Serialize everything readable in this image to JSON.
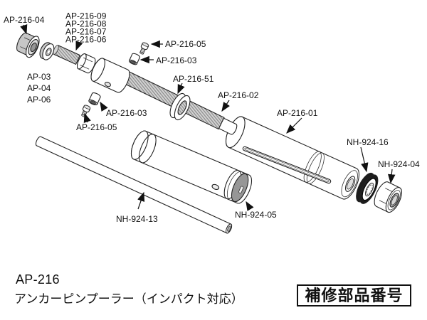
{
  "diagram": {
    "labels": [
      {
        "id": "ap-216-04",
        "text": "AP-216-04"
      },
      {
        "id": "ap-216-09",
        "text": "AP-216-09"
      },
      {
        "id": "ap-216-08",
        "text": "AP-216-08"
      },
      {
        "id": "ap-216-07",
        "text": "AP-216-07"
      },
      {
        "id": "ap-216-06",
        "text": "AP-216-06"
      },
      {
        "id": "ap-216-05-top",
        "text": "AP-216-05"
      },
      {
        "id": "ap-216-03-top",
        "text": "AP-216-03"
      },
      {
        "id": "ap-03",
        "text": "AP-03"
      },
      {
        "id": "ap-04",
        "text": "AP-04"
      },
      {
        "id": "ap-06",
        "text": "AP-06"
      },
      {
        "id": "ap-216-03-mid",
        "text": "AP-216-03"
      },
      {
        "id": "ap-216-05-mid",
        "text": "AP-216-05"
      },
      {
        "id": "ap-216-51",
        "text": "AP-216-51"
      },
      {
        "id": "ap-216-02",
        "text": "AP-216-02"
      },
      {
        "id": "ap-216-01",
        "text": "AP-216-01"
      },
      {
        "id": "nh-924-16",
        "text": "NH-924-16"
      },
      {
        "id": "nh-924-04",
        "text": "NH-924-04"
      },
      {
        "id": "nh-924-13",
        "text": "NH-924-13"
      },
      {
        "id": "nh-924-05",
        "text": "NH-924-05"
      }
    ],
    "caption": {
      "model": "AP-216",
      "name": "アンカーピンプーラー（インパクト対応）"
    },
    "stamp": "補修部品番号",
    "colors": {
      "line": "#222222",
      "thread_gray": "#d4d4d4",
      "thread_dark": "#909090",
      "hole_gray": "#9a9a9a",
      "seal_black": "#1c1c1c",
      "background": "#ffffff"
    }
  }
}
